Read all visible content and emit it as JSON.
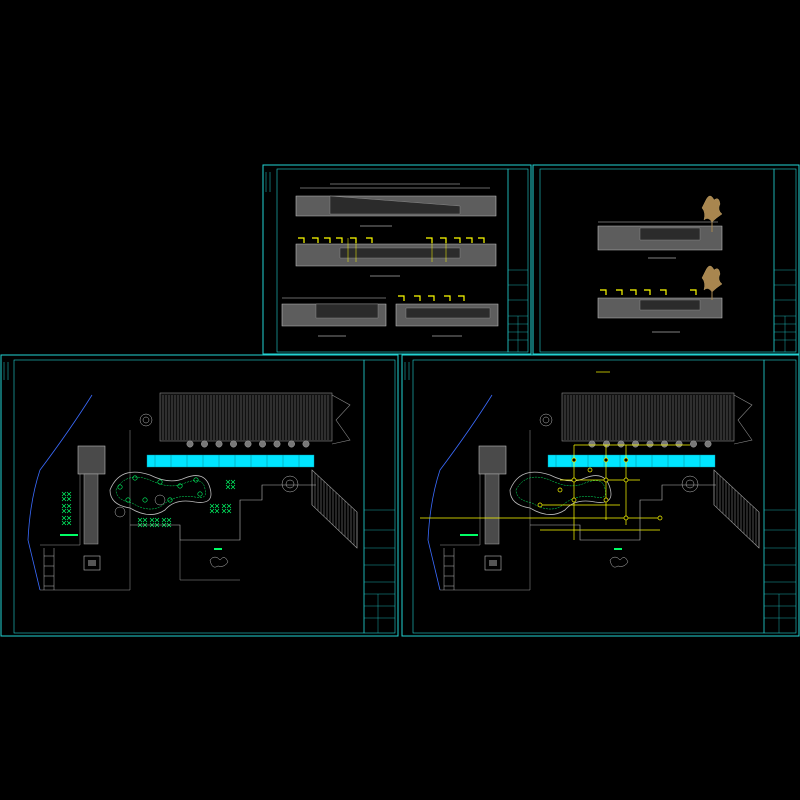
{
  "sheets": [
    {
      "id": "section-sheet-1",
      "caption": ""
    },
    {
      "id": "section-sheet-2",
      "caption": ""
    },
    {
      "id": "landscape-plan",
      "caption": ""
    },
    {
      "id": "lighting-plan",
      "caption": ""
    }
  ],
  "colors": {
    "background": "#000000",
    "sheet_border": "#22d3d3",
    "building_hatch": "#8a8a8a",
    "water_band": "#00e5ff",
    "planting": "#00ff66",
    "lighting_lines": "#ffff00",
    "section_fill": "#6b6b6b",
    "trees": "#b89c5a"
  }
}
